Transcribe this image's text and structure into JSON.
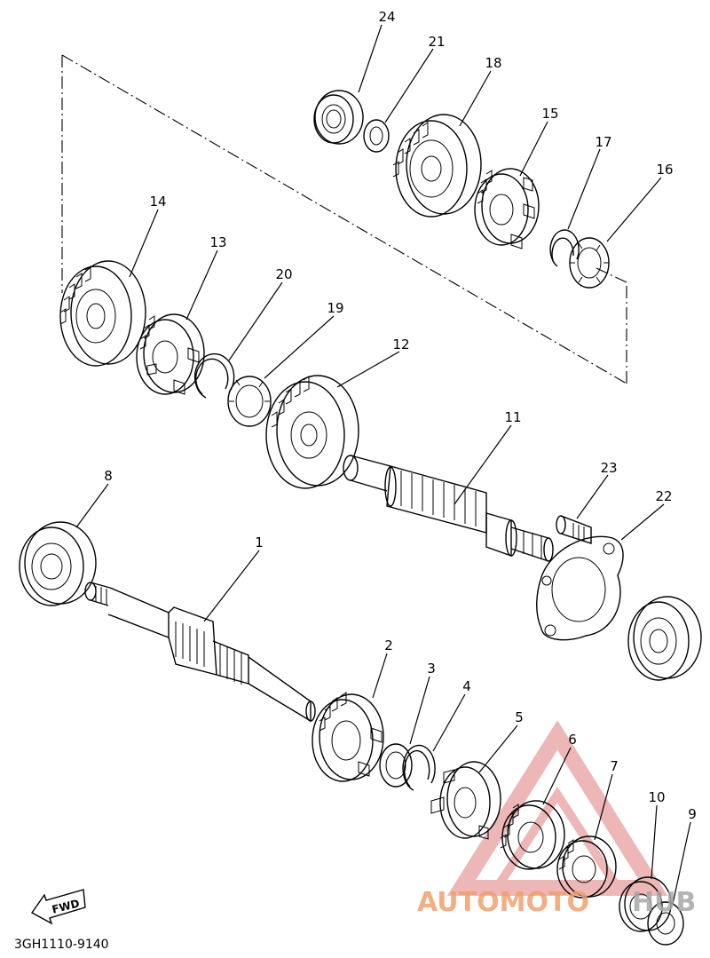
{
  "diagram": {
    "code": "3GH1110-9140",
    "fwd_label": "FWD",
    "watermark": {
      "text_a": "AUTOMOTO",
      "text_b": "HUB",
      "color_a": "#f0a070",
      "color_b": "#a8a8a8",
      "mark_color": "#e8a0a0"
    },
    "labels": [
      "1",
      "2",
      "3",
      "4",
      "5",
      "6",
      "7",
      "8",
      "9",
      "10",
      "11",
      "12",
      "13",
      "14",
      "15",
      "16",
      "17",
      "18",
      "19",
      "20",
      "21",
      "22",
      "23",
      "24"
    ]
  }
}
